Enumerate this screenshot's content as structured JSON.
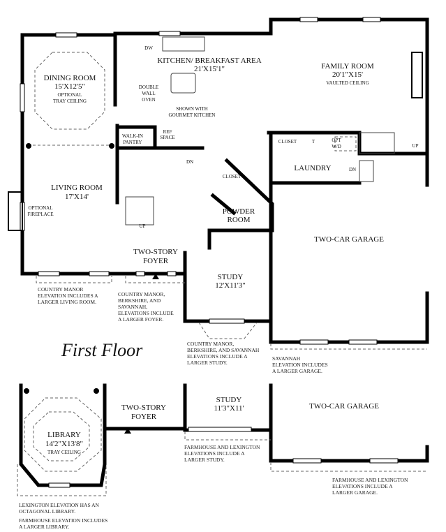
{
  "title": "First Floor",
  "rooms": {
    "kitchen": {
      "name": "KITCHEN/ BREAKFAST AREA",
      "dims": "21'X15'1\""
    },
    "family": {
      "name": "FAMILY ROOM",
      "dims": "20'1\"X15'",
      "note": "VAULTED CEILING"
    },
    "dining": {
      "name": "DINING ROOM",
      "dims": "15'X12'5\"",
      "note1": "OPTIONAL",
      "note2": "TRAY CEILING"
    },
    "living": {
      "name": "LIVING ROOM",
      "dims": "17'X14'"
    },
    "foyer": {
      "name1": "TWO-STORY",
      "name2": "FOYER"
    },
    "study": {
      "name": "STUDY",
      "dims": "12'X11'3\""
    },
    "garage": {
      "name": "TWO-CAR GARAGE"
    },
    "laundry": {
      "name": "LAUNDRY"
    },
    "powder": {
      "name1": "POWDER",
      "name2": "ROOM"
    },
    "pantry": {
      "name1": "WALK-IN",
      "name2": "PANTRY"
    },
    "ref": {
      "name1": "REF",
      "name2": "SPACE"
    },
    "closet1": "CLOSET",
    "closet2": "CLOSET",
    "t": "T",
    "optwd1": "OPT",
    "optwd2": "W/D",
    "dw": "DW",
    "oven": [
      "DOUBLE",
      "WALL",
      "OVEN"
    ],
    "gourmet": [
      "SHOWN WITH",
      "GOURMET KITCHEN"
    ],
    "fireplace": [
      "OPTIONAL",
      "FIREPLACE"
    ],
    "up": "UP",
    "dn": "DN"
  },
  "notes": {
    "living": [
      "COUNTRY MANOR",
      "ELEVATION INCLUDES A",
      "LARGER LIVING ROOM."
    ],
    "foyer": [
      "COUNTRY MANOR,",
      "BERKSHIRE, AND",
      "SAVANNAH,",
      "ELEVATIONS INCLUDE",
      "A LARGER FOYER."
    ],
    "study": [
      "COUNTRY MANOR,",
      "BERKSHIRE, AND SAVANNAH",
      "ELEVATIONS INCLUDE A",
      "LARGER STUDY."
    ],
    "garage": [
      "SAVANNAH",
      "ELEVATION INCLUDES",
      "A LARGER GARAGE."
    ]
  },
  "alt": {
    "library": {
      "name": "LIBRARY",
      "dims": "14'2\"X13'8\"",
      "note": "TRAY CEILING"
    },
    "foyer": {
      "name1": "TWO-STORY",
      "name2": "FOYER"
    },
    "study": {
      "name": "STUDY",
      "dims": "11'3\"X11'"
    },
    "garage": {
      "name": "TWO-CAR GARAGE"
    },
    "notes": {
      "study": [
        "FARMHOUSE AND LEXINGTON",
        "ELEVATIONS INCLUDE A",
        "LARGER STUDY."
      ],
      "garage": [
        "FARMHOUSE AND LEXINGTON",
        "ELEVATIONS INCLUDE A",
        "LARGER GARAGE."
      ],
      "library1": [
        "LEXINGTON ELEVATION HAS AN",
        "OCTAGONAL LIBRARY."
      ],
      "library2": [
        "FARMHOUSE  ELEVATION INCLUDES",
        "A LARGER LIBRARY."
      ]
    }
  }
}
